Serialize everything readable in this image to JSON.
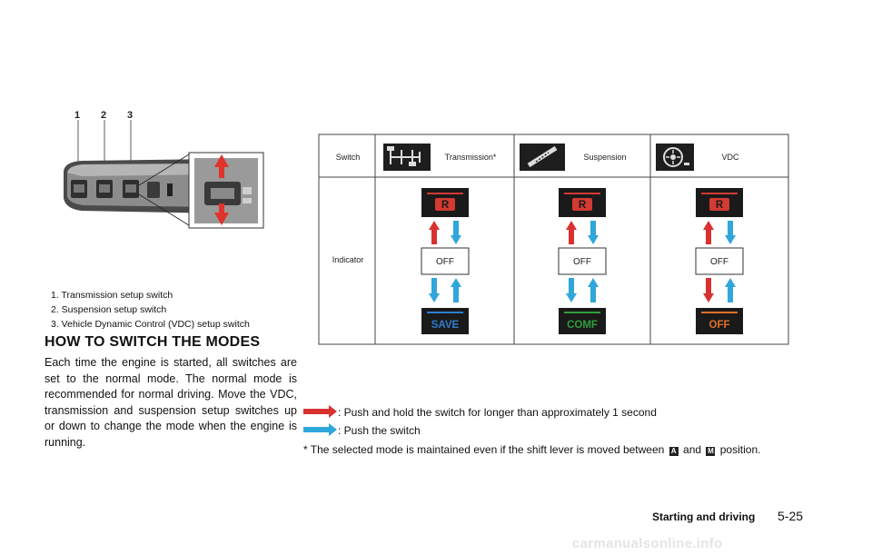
{
  "figure": {
    "numbers": [
      "1",
      "2",
      "3"
    ],
    "list": [
      "1.  Transmission setup switch",
      "2.  Suspension setup switch",
      "3.  Vehicle Dynamic Control (VDC) setup switch"
    ]
  },
  "section": {
    "heading": "HOW TO SWITCH THE MODES",
    "body": "Each time the engine is started, all switches are set to the normal mode. The normal mode is recommended for normal driving. Move the VDC, transmission and suspension setup switches up or down to change the mode when the engine is running."
  },
  "table": {
    "row1_label": "Switch",
    "row2_label": "Indicator",
    "columns": [
      {
        "name": "Transmission*",
        "icon": "transmission-icon",
        "off_label": "OFF",
        "bottom_label": "SAVE",
        "bottom_color": "#2e7fd0",
        "r_label": "R"
      },
      {
        "name": "Suspension",
        "icon": "suspension-icon",
        "off_label": "OFF",
        "bottom_label": "COMF",
        "bottom_color": "#2f9e3c",
        "r_label": "R"
      },
      {
        "name": "VDC",
        "icon": "vdc-icon",
        "off_label": "OFF",
        "bottom_label": "OFF",
        "bottom_color": "#e0702a",
        "r_label": "R"
      }
    ]
  },
  "legend": {
    "hold": ": Push and hold the switch for longer than approximately 1 second",
    "push": ": Push the switch",
    "note_pre": "* The selected mode is maintained even if the shift lever is moved between",
    "icon_a": "A",
    "note_and": "and",
    "icon_m": "M",
    "note_post": "position.",
    "hold_color": "#d93030",
    "push_color": "#2fa6dc"
  },
  "footer": {
    "title": "Starting and driving",
    "page": "5-25",
    "watermark": "carmanualsonline.info"
  }
}
